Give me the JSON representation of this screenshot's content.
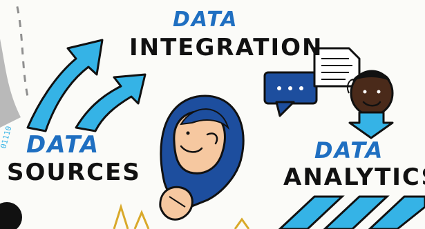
{
  "labels": {
    "data_integration_top": "DATA",
    "data_integration_bottom": "INTEGRATION",
    "data_sources_top": "DATA",
    "data_sources_bottom": "SOURCES",
    "data_analytics_top": "DATA",
    "data_analytics_bottom": "ANALYTICS",
    "binary_fragment": "01110"
  },
  "colors": {
    "accent_blue": "#1f6fc1",
    "sky_blue": "#35b3e6",
    "navy": "#1d4e9e",
    "skin_light": "#f6c8a0",
    "skin_dark": "#4a2a1a",
    "ink": "#111111",
    "gold": "#d9a92a"
  },
  "icons": {
    "arrows_up": "arrow-up-right-icon",
    "chat": "chat-bubble-icon",
    "document": "document-icon",
    "down_arrow": "arrow-down-icon"
  }
}
